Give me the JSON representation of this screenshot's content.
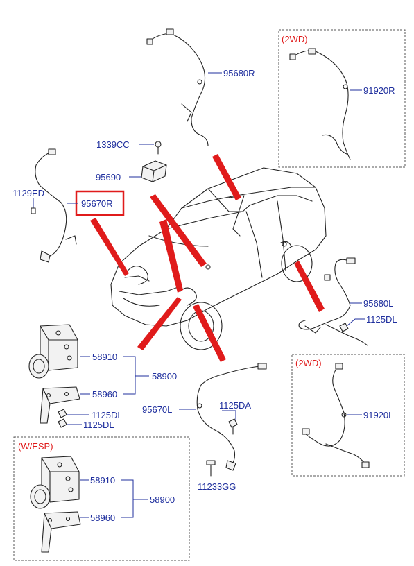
{
  "labels": {
    "p95680R": "95680R",
    "p1339CC": "1339CC",
    "p95690": "95690",
    "p1129ED": "1129ED",
    "p95670R": "95670R",
    "p91920R": "91920R",
    "p95680L": "95680L",
    "p1125DL_right": "1125DL",
    "p58910_top": "58910",
    "p58900_top": "58900",
    "p58960_top": "58960",
    "p1125DL_a": "1125DL",
    "p1125DL_b": "1125DL",
    "p95670L": "95670L",
    "p1125DA": "1125DA",
    "p11233GG": "11233GG",
    "p91920L": "91920L",
    "p58910_bot": "58910",
    "p58900_bot": "58900",
    "p58960_bot": "58960"
  },
  "sections": {
    "twowd_top": "(2WD)",
    "twowd_bottom": "(2WD)",
    "wesp": "(W/ESP)"
  },
  "colors": {
    "label": "#1f2f9e",
    "accent": "#e01b1b"
  }
}
